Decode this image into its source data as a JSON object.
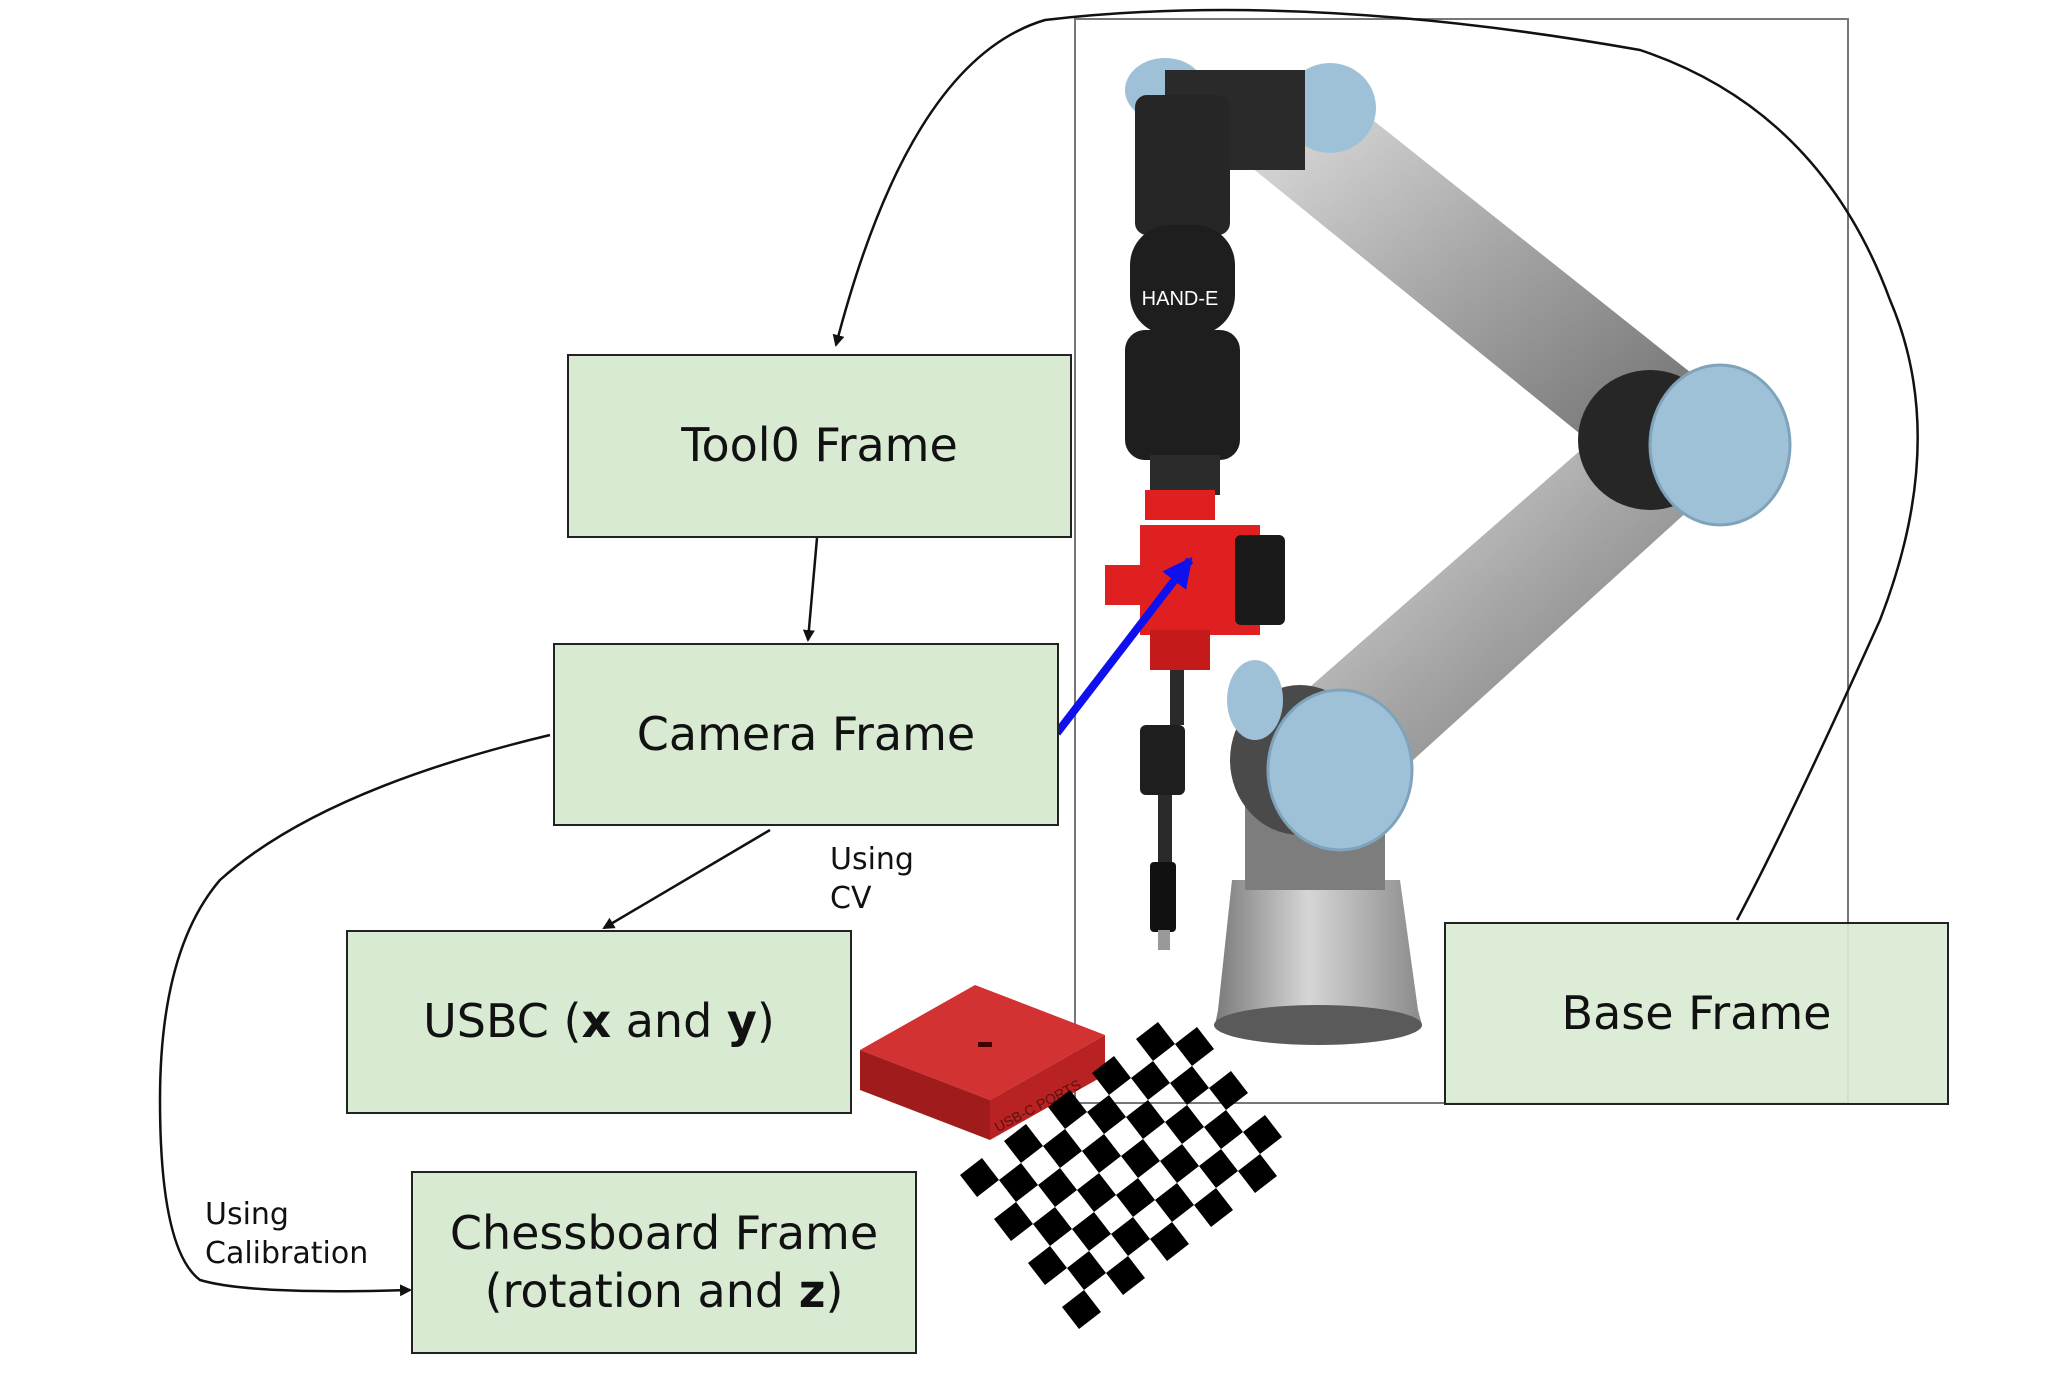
{
  "boxes": {
    "tool0": "Tool0 Frame",
    "camera": "Camera Frame",
    "usbc_prefix": "USBC (",
    "usbc_x": "x",
    "usbc_and": " and ",
    "usbc_y": "y",
    "usbc_suffix": ")",
    "chess_line1": "Chessboard Frame",
    "chess_line2_prefix": "(rotation and ",
    "chess_line2_z": "z",
    "chess_line2_suffix": ")",
    "base": "Base Frame"
  },
  "labels": {
    "using_cv_1": "Using",
    "using_cv_2": "CV",
    "using_calib_1": "Using",
    "using_calib_2": "Calibration"
  },
  "photo": {
    "gripper_text": "HAND-E",
    "port_text": "USB-C PORTS"
  },
  "colors": {
    "box_fill": "#d9ead3",
    "robot_joint": "#9fc1d8",
    "camera_mount": "#e02020",
    "arrow_blue": "#1010ee",
    "port_box": "#c42626"
  }
}
